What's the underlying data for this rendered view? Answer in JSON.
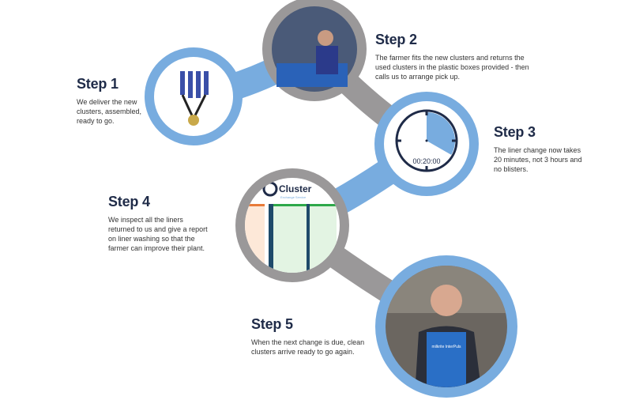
{
  "steps": [
    {
      "title": "Step 1",
      "text": "We deliver the new clusters, assembled, ready to go."
    },
    {
      "title": "Step 2",
      "text": "The farmer fits the new clusters and returns the used clusters in the plastic boxes provided - then calls us to arrange pick up."
    },
    {
      "title": "Step 3",
      "text": "The liner change now takes 20 minutes, not 3 hours and no blisters."
    },
    {
      "title": "Step 4",
      "text": "We inspect all the liners returned to us and give a report on liner washing so that the farmer can improve their plant."
    },
    {
      "title": "Step 5",
      "text": "When the next change is due, clean clusters arrive ready to go again."
    }
  ],
  "clock": {
    "time": "00:20:00",
    "fraction": 0.333
  },
  "report_logo": {
    "name": "Cluster",
    "sub": "Exchange Service"
  },
  "apron_logo": "milkrite InterPuls",
  "colors": {
    "blue": "#78acdf",
    "gray": "#9a9899",
    "navy": "#1f2b48"
  }
}
